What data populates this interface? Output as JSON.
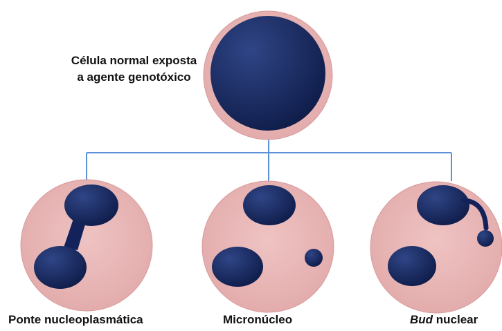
{
  "diagram": {
    "parent": {
      "title_line1": "Célula normal exposta",
      "title_line2": "a agente genotóxico"
    },
    "children": [
      {
        "label": "Ponte nucleoplasmática"
      },
      {
        "label": "Micronúcleo"
      },
      {
        "label_italic": "Bud",
        "label_rest": " nuclear"
      }
    ]
  },
  "colors": {
    "cytoplasm": "#e9b4b4",
    "cytoplasm_edge": "#d89a9a",
    "nucleus_dark": "#0f1c4a",
    "nucleus_light": "#2a3d7a",
    "connector": "#5b8fd6",
    "text": "#111111"
  }
}
